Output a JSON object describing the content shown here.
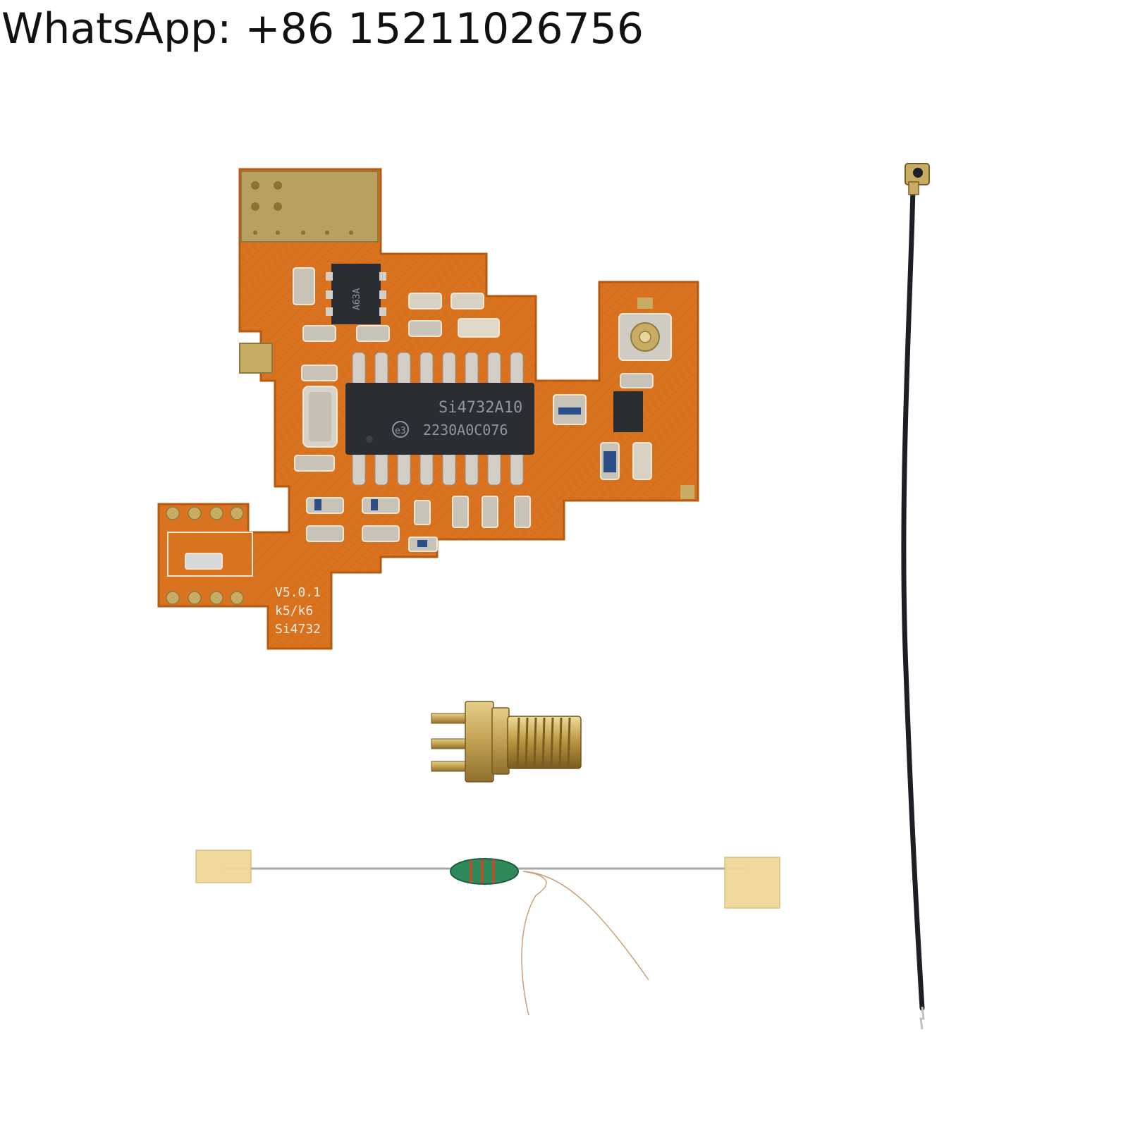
{
  "header": {
    "contact": "WhatsApp: +86 15211026756"
  },
  "product": {
    "chip_line1": "Si4732A10",
    "chip_line2": "2230A0C076",
    "chip_logo": "e3",
    "regulator_marking": "A63A",
    "board_version": "V5.0.1",
    "board_model": "k5/k6",
    "board_chip": "Si4732"
  },
  "colors": {
    "pcb": "#d9731f",
    "gold": "#c8a862",
    "chip": "#2a2e33",
    "cable": "#1c1f24",
    "tape": "#efd79a",
    "inductor": "#2e8a5a"
  }
}
